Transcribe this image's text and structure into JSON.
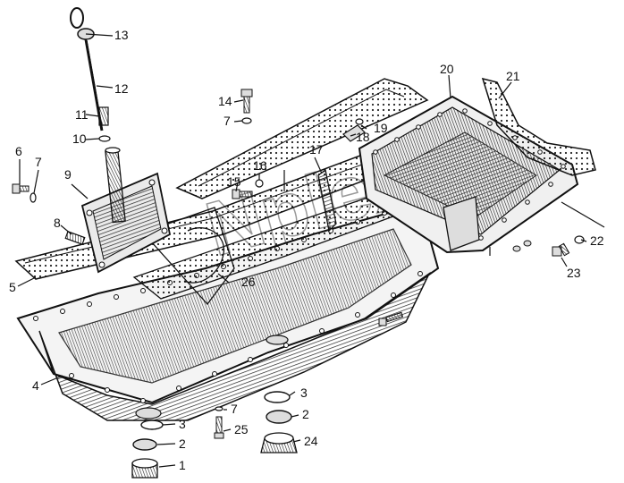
{
  "diagram": {
    "watermark": "Nplex",
    "callouts": [
      {
        "id": "c1",
        "text": "1"
      },
      {
        "id": "c2a",
        "text": "2"
      },
      {
        "id": "c2b",
        "text": "2"
      },
      {
        "id": "c3a",
        "text": "3"
      },
      {
        "id": "c3b",
        "text": "3"
      },
      {
        "id": "c4",
        "text": "4"
      },
      {
        "id": "c5",
        "text": "5"
      },
      {
        "id": "c6",
        "text": "6"
      },
      {
        "id": "c7a",
        "text": "7"
      },
      {
        "id": "c7b",
        "text": "7"
      },
      {
        "id": "c7c",
        "text": "7"
      },
      {
        "id": "c8",
        "text": "8"
      },
      {
        "id": "c9",
        "text": "9"
      },
      {
        "id": "c10",
        "text": "10"
      },
      {
        "id": "c11",
        "text": "11"
      },
      {
        "id": "c12",
        "text": "12"
      },
      {
        "id": "c13",
        "text": "13"
      },
      {
        "id": "c14",
        "text": "14"
      },
      {
        "id": "c15",
        "text": "15"
      },
      {
        "id": "c16",
        "text": "16"
      },
      {
        "id": "c17",
        "text": "17"
      },
      {
        "id": "c18",
        "text": "18"
      },
      {
        "id": "c19",
        "text": "19"
      },
      {
        "id": "c20",
        "text": "20"
      },
      {
        "id": "c21",
        "text": "21"
      },
      {
        "id": "c22",
        "text": "22"
      },
      {
        "id": "c23",
        "text": "23"
      },
      {
        "id": "c24",
        "text": "24"
      },
      {
        "id": "c25",
        "text": "25"
      },
      {
        "id": "c26",
        "text": "26"
      }
    ]
  }
}
